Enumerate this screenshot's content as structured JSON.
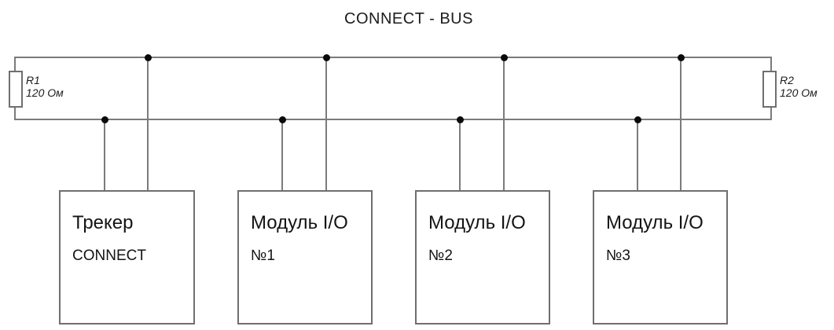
{
  "title": "CONNECT - BUS",
  "resistors": [
    {
      "name": "R1",
      "value": "120 Ом"
    },
    {
      "name": "R2",
      "value": "120 Ом"
    }
  ],
  "devices": [
    {
      "line1": "Трекер",
      "line2": "CONNECT"
    },
    {
      "line1": "Модуль I/O",
      "line2": "№1"
    },
    {
      "line1": "Модуль I/O",
      "line2": "№2"
    },
    {
      "line1": "Модуль I/O",
      "line2": "№3"
    }
  ],
  "colors": {
    "wire": "#7b7b7b",
    "junction_dot": "#0a0a0a",
    "text": "#141414",
    "background": "#ffffff"
  }
}
